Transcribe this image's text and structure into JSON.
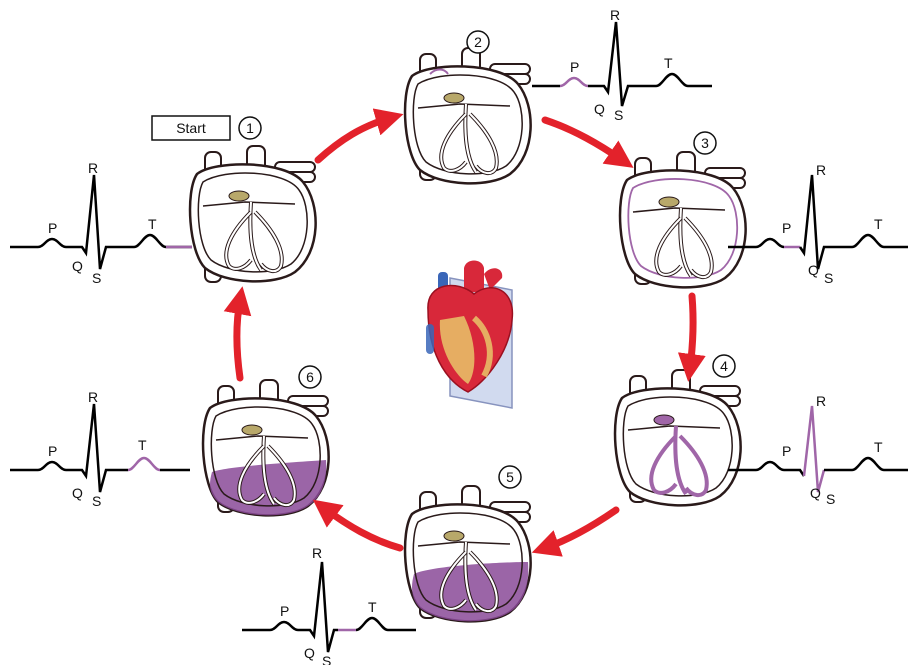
{
  "start_label": "Start",
  "stages": [
    {
      "number": "1",
      "labels": {
        "p": "P",
        "q": "Q",
        "r": "R",
        "s": "S",
        "t": "T"
      }
    },
    {
      "number": "2",
      "labels": {
        "p": "P",
        "q": "Q",
        "r": "R",
        "s": "S",
        "t": "T"
      }
    },
    {
      "number": "3",
      "labels": {
        "p": "P",
        "q": "Q",
        "r": "R",
        "s": "S",
        "t": "T"
      }
    },
    {
      "number": "4",
      "labels": {
        "p": "P",
        "q": "Q",
        "r": "R",
        "s": "S",
        "t": "T"
      }
    },
    {
      "number": "5",
      "labels": {
        "p": "P",
        "q": "Q",
        "r": "R",
        "s": "S",
        "t": "T"
      }
    },
    {
      "number": "6",
      "labels": {
        "p": "P",
        "q": "Q",
        "r": "R",
        "s": "S",
        "t": "T"
      }
    }
  ],
  "colors": {
    "arrow": "#e3222b",
    "highlight": "#a066a8",
    "blood": "#8a4a98",
    "trace": "#000000",
    "heart_outline": "#2a1a1a",
    "node": "#b8a86a"
  }
}
